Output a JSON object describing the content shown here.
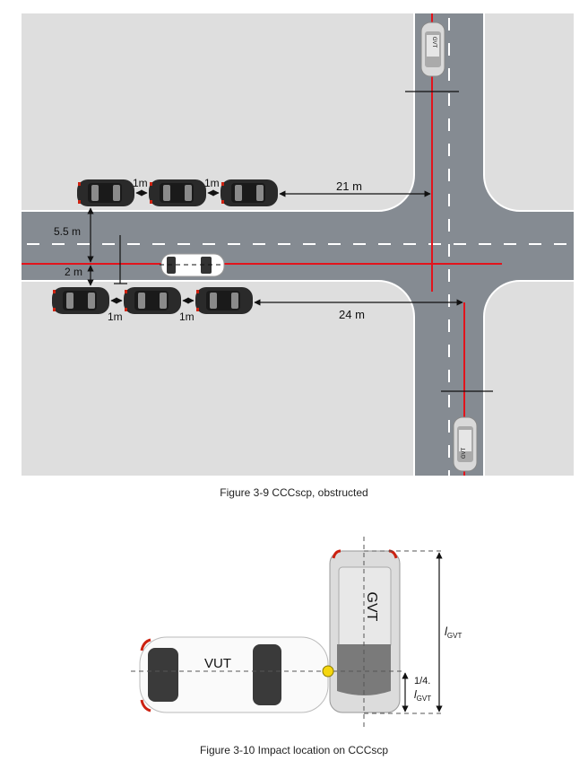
{
  "figure1": {
    "caption": "Figure 3-9 CCCscp, obstructed",
    "labels": {
      "gap_top_1": "1m",
      "gap_top_2": "1m",
      "gap_bottom_1": "1m",
      "gap_bottom_2": "1m",
      "distance_top": "21 m",
      "distance_bottom": "24 m",
      "road_width": "5.5 m",
      "lateral_offset": "2 m",
      "gvt_top": "GVT",
      "gvt_bottom": "GVT"
    },
    "colors": {
      "road": "#858b92",
      "pavement": "#dedede",
      "path": "#e2141c",
      "marking": "#ffffff"
    }
  },
  "figure2": {
    "caption": "Figure 3-10 Impact location on CCCscp",
    "labels": {
      "vut": "VUT",
      "gvt": "GVT",
      "length_symbol": "l",
      "length_subscript": "GVT",
      "quarter": "1/4.",
      "quarter_symbol": "l",
      "quarter_subscript": "GVT"
    },
    "colors": {
      "impact_point": "#f5d60f"
    }
  }
}
